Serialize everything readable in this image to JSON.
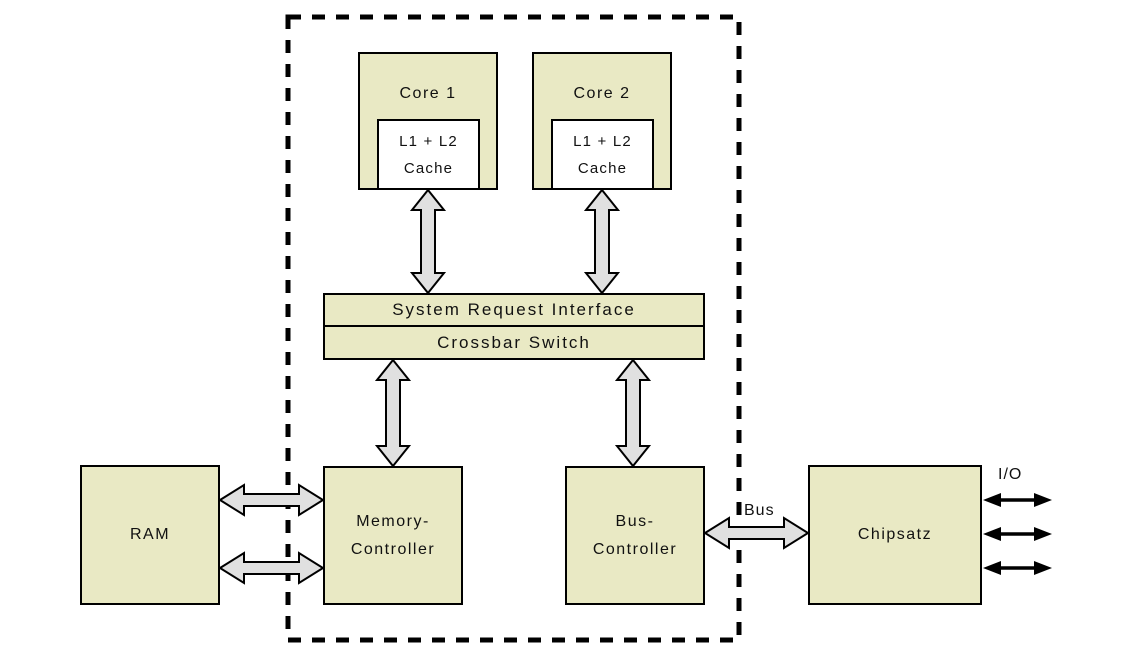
{
  "colors": {
    "background": "#ffffff",
    "box-fill": "#e9e9c4",
    "cache-fill": "#ffffff",
    "arrow-fill": "#e0e0e0",
    "line": "#000000",
    "text": "#111111"
  },
  "nodes": {
    "core1": {
      "label": "Core 1"
    },
    "core1_cache": {
      "line1": "L1 + L2",
      "line2": "Cache"
    },
    "core2": {
      "label": "Core 2"
    },
    "core2_cache": {
      "line1": "L1 + L2",
      "line2": "Cache"
    },
    "system_request_interface": {
      "label": "System Request Interface"
    },
    "crossbar_switch": {
      "label": "Crossbar Switch"
    },
    "ram": {
      "label": "RAM"
    },
    "memory_controller": {
      "line1": "Memory-",
      "line2": "Controller"
    },
    "bus_controller": {
      "line1": "Bus-",
      "line2": "Controller"
    },
    "chipsatz": {
      "label": "Chipsatz"
    }
  },
  "labels": {
    "bus": "Bus",
    "io": "I/O"
  }
}
